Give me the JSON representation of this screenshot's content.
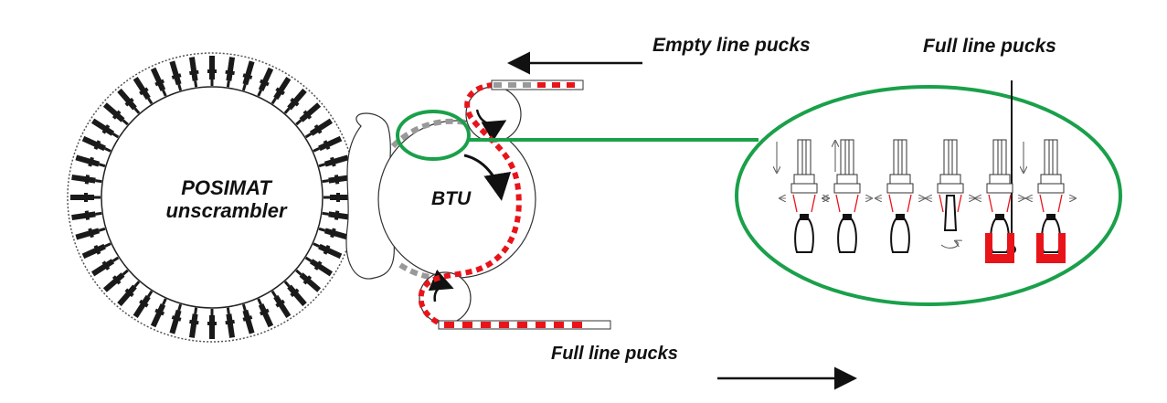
{
  "labels": {
    "empty_line": "Empty line pucks",
    "full_line_top": "Full line pucks",
    "full_line_bottom": "Full line pucks",
    "posimat_line1": "POSIMAT",
    "posimat_line2": "unscrambler",
    "btu": "BTU"
  },
  "detail_steps": [
    {
      "id": "step-1",
      "arrow": "down",
      "bottle": "outline",
      "puck": "none"
    },
    {
      "id": "step-2",
      "arrow": "up",
      "bottle": "outline",
      "puck": "none"
    },
    {
      "id": "step-3",
      "arrow": "none",
      "bottle": "outline",
      "puck": "none"
    },
    {
      "id": "step-4",
      "arrow": "none",
      "bottle": "rotate",
      "puck": "none"
    },
    {
      "id": "step-5",
      "arrow": "none",
      "bottle": "outline",
      "puck": "red"
    },
    {
      "id": "step-6",
      "arrow": "down",
      "bottle": "outline",
      "puck": "red"
    }
  ],
  "colors": {
    "accent_green": "#1aa04a",
    "puck_red": "#e8141a",
    "line": "#222222"
  }
}
